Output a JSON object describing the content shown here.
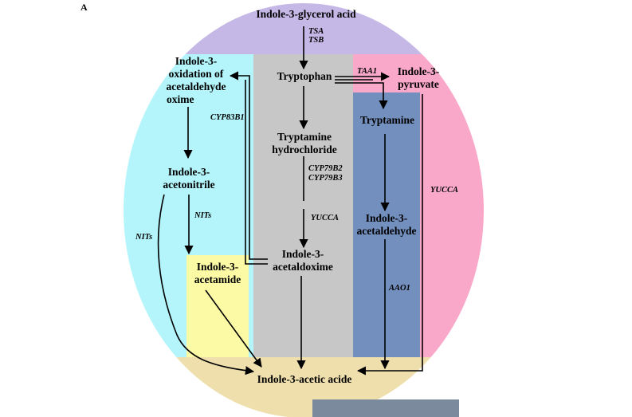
{
  "figure": {
    "panel_label": "A"
  },
  "colors": {
    "top_cap": "#c5b8e6",
    "bottom_cap": "#eedfac",
    "left_region": "#b4f5fb",
    "yellow_region": "#fdfaa6",
    "center_region": "#c8c7c8",
    "blue_region": "#728fbe",
    "pink_region": "#f9a8c9"
  },
  "nodes": {
    "indole_glycerol": "Indole-3-glycerol acid",
    "tryptophan": "Tryptophan",
    "indole_pyruvate_1": "Indole-3-",
    "indole_pyruvate_2": "pyruvate",
    "oxidation_1": "Indole-3-",
    "oxidation_2": "oxidation of",
    "oxidation_3": "acetaldehyde",
    "oxidation_4": "oxime",
    "tryptamine": "Tryptamine",
    "tryptamine_hcl_1": "Tryptamine",
    "tryptamine_hcl_2": "hydrochloride",
    "acetonitrile_1": "Indole-3-",
    "acetonitrile_2": "acetonitrile",
    "acetaldehyde_1": "Indole-3-",
    "acetaldehyde_2": "acetaldehyde",
    "acetaldoxime_1": "Indole-3-",
    "acetaldoxime_2": "acetaldoxime",
    "acetamide_1": "Indole-3-",
    "acetamide_2": "acetamide",
    "iaa": "Indole-3-acetic acide"
  },
  "enzymes": {
    "tsa": "TSA",
    "tsb": "TSB",
    "taa1": "TAA1",
    "cyp83b1": "CYP83B1",
    "cyp79b2": "CYP79B2",
    "cyp79b3": "CYP79B3",
    "yucca_center": "YUCCA",
    "yucca_right": "YUCCA",
    "nits_inner": "NITs",
    "nits_outer": "NITs",
    "aao1": "AAO1"
  }
}
